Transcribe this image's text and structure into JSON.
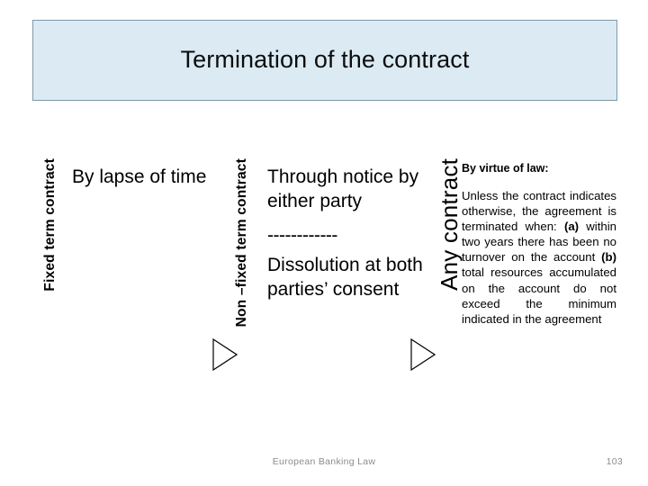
{
  "slide": {
    "title": "Termination of the contract",
    "title_bg_color": "#dbeaf3",
    "title_border_color": "#7e9aab"
  },
  "columns": [
    {
      "axis_label": "Fixed term contract",
      "body": "By lapse of time"
    },
    {
      "axis_label": "Non –fixed term contract",
      "body_top": "Through notice by either party",
      "divider": "------------",
      "body_bottom": "Dissolution at both parties’ consent"
    },
    {
      "axis_label": "Any contract",
      "heading": "By virtue of law:",
      "body_part_1": "Unless the contract indicates otherwise, the agreement is terminated when: ",
      "body_marker_a": "(a)",
      "body_part_2": " within two years there has been no turnover on the account ",
      "body_marker_b": "(b)",
      "body_part_3": " total resources accumulated on the account do not exceed the minimum indicated in the agreement"
    }
  ],
  "arrows": [
    {
      "name": "flow-arrow-1",
      "direction": "right"
    },
    {
      "name": "flow-arrow-2",
      "direction": "right"
    }
  ],
  "footer": {
    "center_text": "European Banking Law",
    "page_number": "103",
    "text_color": "#8c8c8c"
  }
}
